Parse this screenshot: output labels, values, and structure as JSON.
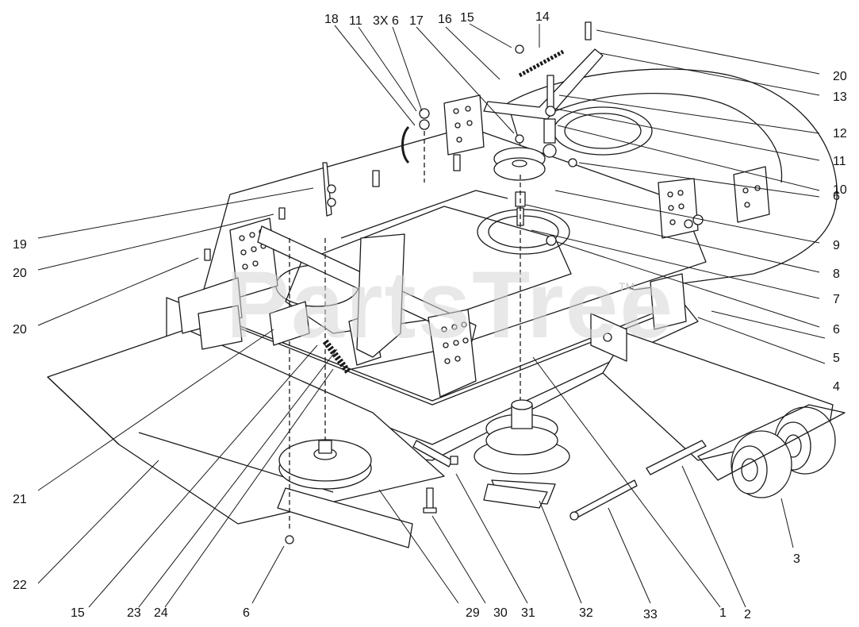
{
  "watermark": {
    "text": "PartsTree",
    "trademark": "TM"
  },
  "callouts": [
    {
      "id": "c18",
      "text": "18"
    },
    {
      "id": "c11a",
      "text": "11"
    },
    {
      "id": "c3x6",
      "text": "3X 6"
    },
    {
      "id": "c17",
      "text": "17"
    },
    {
      "id": "c16",
      "text": "16"
    },
    {
      "id": "c15a",
      "text": "15"
    },
    {
      "id": "c14",
      "text": "14"
    },
    {
      "id": "c20a",
      "text": "20"
    },
    {
      "id": "c13",
      "text": "13"
    },
    {
      "id": "c12",
      "text": "12"
    },
    {
      "id": "c11b",
      "text": "11"
    },
    {
      "id": "c10",
      "text": "10"
    },
    {
      "id": "c6a",
      "text": "6"
    },
    {
      "id": "c9",
      "text": "9"
    },
    {
      "id": "c8",
      "text": "8"
    },
    {
      "id": "c7",
      "text": "7"
    },
    {
      "id": "c6b",
      "text": "6"
    },
    {
      "id": "c5",
      "text": "5"
    },
    {
      "id": "c4",
      "text": "4"
    },
    {
      "id": "c3",
      "text": "3"
    },
    {
      "id": "c19",
      "text": "19"
    },
    {
      "id": "c20b",
      "text": "20"
    },
    {
      "id": "c20c",
      "text": "20"
    },
    {
      "id": "c21",
      "text": "21"
    },
    {
      "id": "c22",
      "text": "22"
    },
    {
      "id": "c15b",
      "text": "15"
    },
    {
      "id": "c23",
      "text": "23"
    },
    {
      "id": "c24",
      "text": "24"
    },
    {
      "id": "c6c",
      "text": "6"
    },
    {
      "id": "c29",
      "text": "29"
    },
    {
      "id": "c30",
      "text": "30"
    },
    {
      "id": "c31",
      "text": "31"
    },
    {
      "id": "c32",
      "text": "32"
    },
    {
      "id": "c33",
      "text": "33"
    },
    {
      "id": "c1",
      "text": "1"
    },
    {
      "id": "c2",
      "text": "2"
    }
  ],
  "colors": {
    "line": "#1a1a1a",
    "fill": "#ffffff",
    "shade": "#e8e8e8",
    "watermark": "#d6d6d6"
  }
}
